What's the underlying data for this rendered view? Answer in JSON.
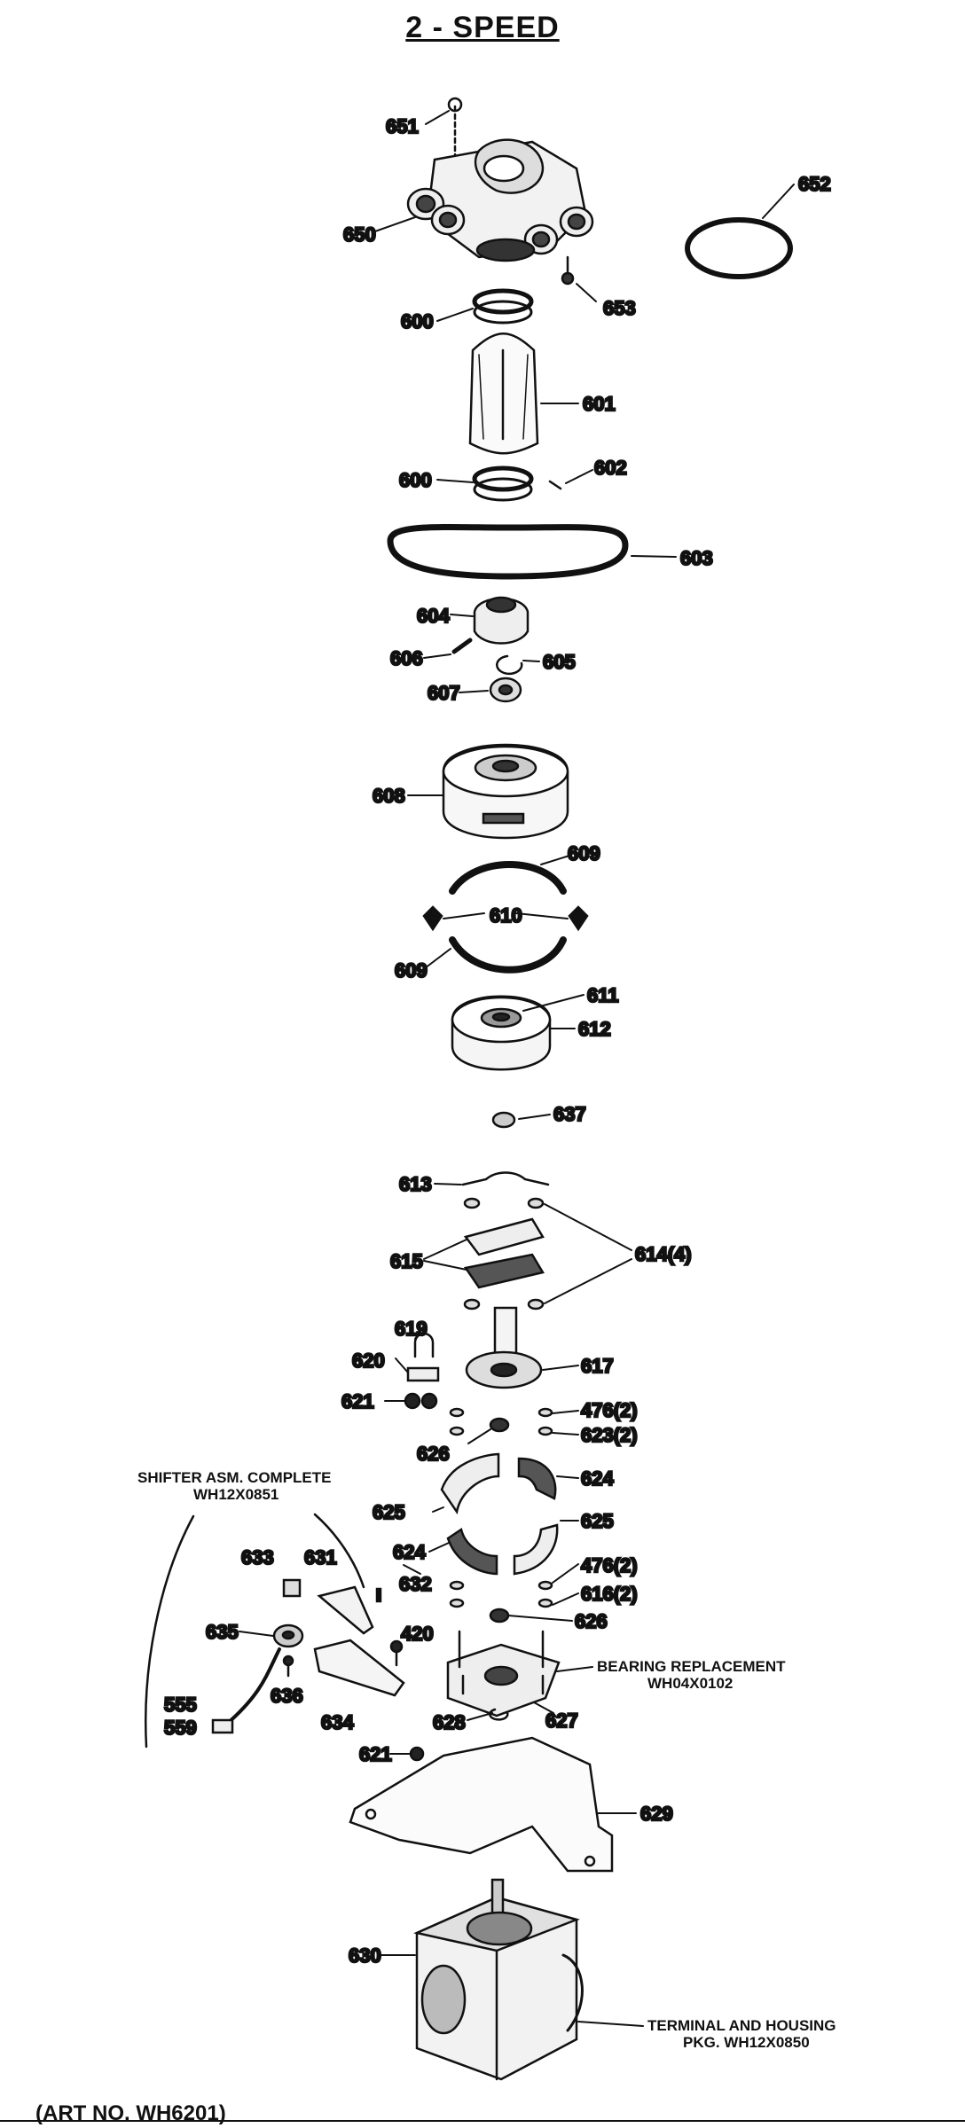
{
  "title": "2 - SPEED",
  "labels": {
    "p651": "651",
    "p650": "650",
    "p652": "652",
    "p653": "653",
    "p600a": "600",
    "p601": "601",
    "p600b": "600",
    "p602": "602",
    "p603": "603",
    "p604": "604",
    "p606": "606",
    "p605": "605",
    "p607": "607",
    "p608": "608",
    "p609a": "609",
    "p610": "610",
    "p609b": "609",
    "p611": "611",
    "p612": "612",
    "p637": "637",
    "p613": "613",
    "p614": "614(4)",
    "p615": "615",
    "p619": "619",
    "p620": "620",
    "p617": "617",
    "p621a": "621",
    "p476a": "476(2)",
    "p623": "623(2)",
    "p626a": "626",
    "p624a": "624",
    "p625a": "625",
    "p625b": "625",
    "p624b": "624",
    "p633": "633",
    "p631": "631",
    "p632": "632",
    "p476b": "476(2)",
    "p616": "616(2)",
    "p626b": "626",
    "p635": "635",
    "p420": "420",
    "p636": "636",
    "p634": "634",
    "p555": "555",
    "p559": "559",
    "p628": "628",
    "p627": "627",
    "p621b": "621",
    "p629": "629",
    "p630": "630"
  },
  "notes": {
    "shifter_line1": "SHIFTER ASM. COMPLETE",
    "shifter_line2": "WH12X0851",
    "bearing_line1": "BEARING REPLACEMENT",
    "bearing_line2": "WH04X0102",
    "terminal_line1": "TERMINAL AND HOUSING",
    "terminal_line2": "PKG. WH12X0850"
  },
  "art_number": "(ART NO. WH6201)"
}
